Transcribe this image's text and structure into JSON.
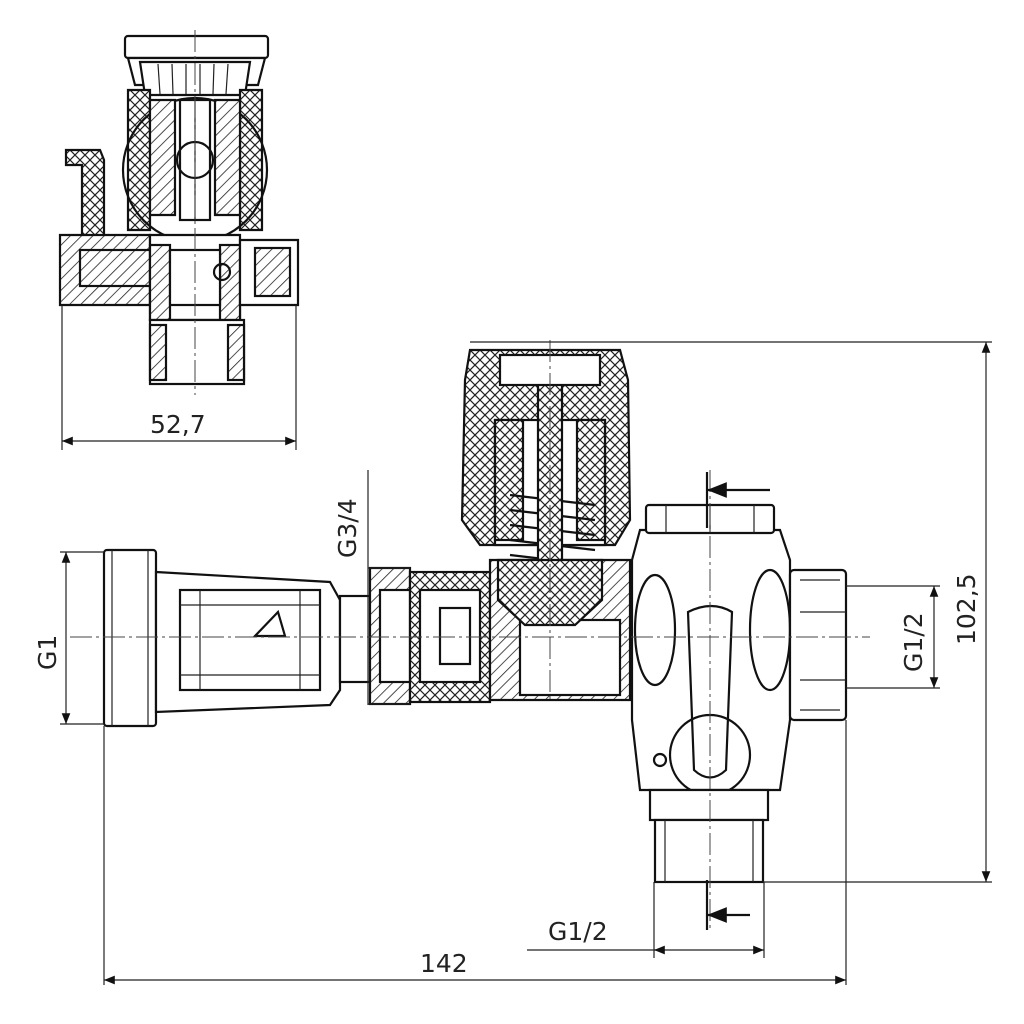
{
  "dimensions": {
    "top_view_width": "52,7",
    "overall_height": "102,5",
    "overall_length": "142",
    "inlet_thread": "G1",
    "branch_thread": "G3/4",
    "outlet_thread_side": "G1/2",
    "outlet_thread_bottom": "G1/2"
  }
}
